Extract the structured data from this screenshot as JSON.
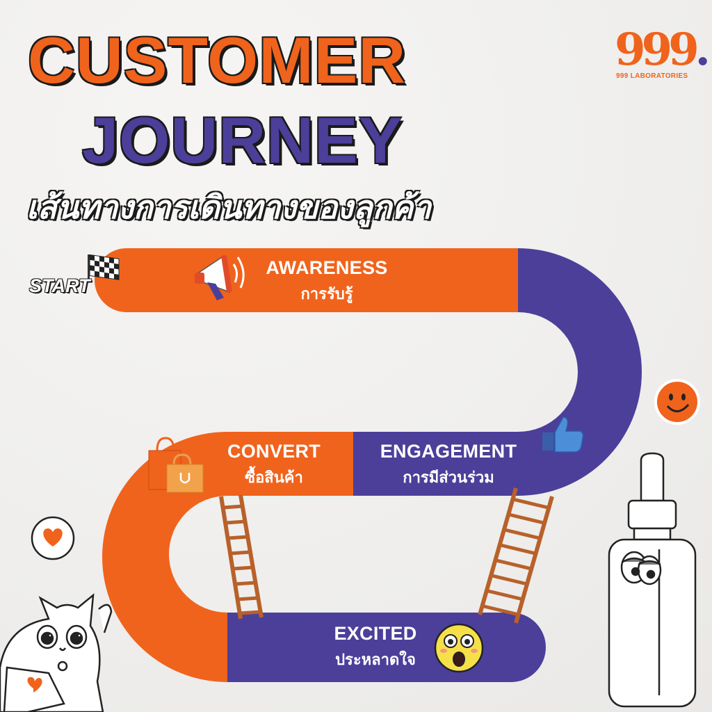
{
  "title_line1": "CUSTOMER",
  "title_line2": "JOURNEY",
  "subtitle": "เส้นทางการเดินทางของลูกค้า",
  "brand": {
    "number": "999",
    "dot": ".",
    "name": "999 LABORATORIES"
  },
  "start_label": "START",
  "stages": [
    {
      "en": "AWARENESS",
      "th": "การรับรู้",
      "icon": "megaphone-icon"
    },
    {
      "en": "ENGAGEMENT",
      "th": "การมีส่วนร่วม",
      "icon": "thumbs-up-icon"
    },
    {
      "en": "EXCITED",
      "th": "ประหลาดใจ",
      "icon": "surprised-face-icon"
    },
    {
      "en": "CONVERT",
      "th": "ซื้อสินค้า",
      "icon": "shopping-bags-icon"
    }
  ],
  "colors": {
    "orange": "#f0631c",
    "purple": "#4b3f9a",
    "ladder": "#b8612a"
  }
}
